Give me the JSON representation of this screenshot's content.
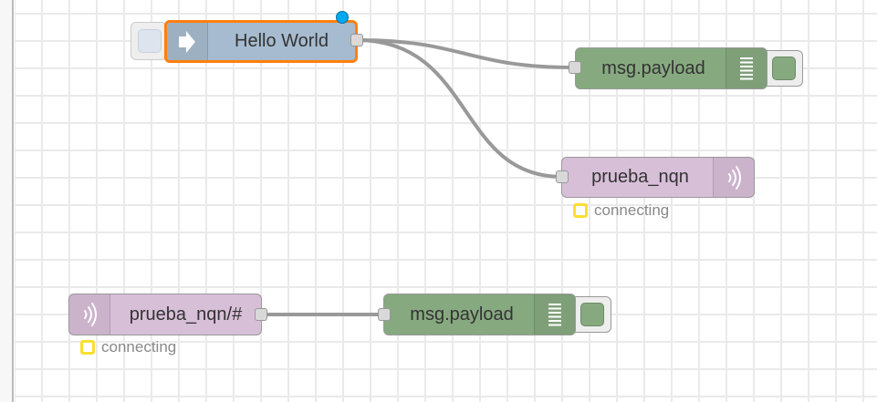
{
  "colors": {
    "inject_node": "#a6bbcf",
    "debug_node": "#87a980",
    "mqtt_node": "#d8bfd8",
    "selection": "#ff7f0e",
    "changed_indicator": "#00a8f0",
    "wire": "#999999",
    "status_connecting": "#f9df31"
  },
  "nodes": {
    "inject": {
      "label": "Hello World",
      "icon": "arrow-right-icon",
      "selected": true,
      "changed": true
    },
    "debug1": {
      "label": "msg.payload",
      "icon": "list-lines-icon",
      "active": true
    },
    "mqtt_out": {
      "label": "prueba_nqn",
      "icon": "wireless-signal-icon",
      "status": "connecting"
    },
    "mqtt_in": {
      "label": "prueba_nqn/#",
      "icon": "wireless-signal-icon",
      "status": "connecting"
    },
    "debug2": {
      "label": "msg.payload",
      "icon": "list-lines-icon",
      "active": true
    }
  },
  "wires": [
    {
      "from": "inject",
      "to": "debug1"
    },
    {
      "from": "inject",
      "to": "mqtt_out"
    },
    {
      "from": "mqtt_in",
      "to": "debug2"
    }
  ]
}
